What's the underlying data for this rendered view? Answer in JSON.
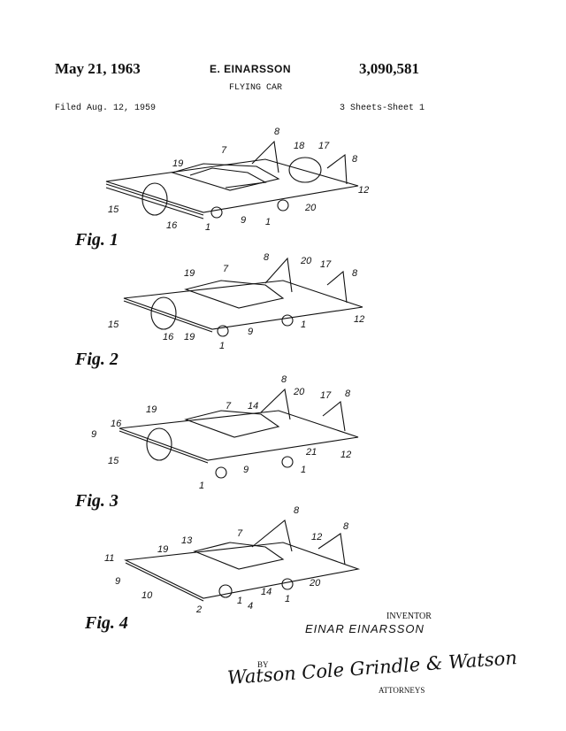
{
  "header": {
    "date": "May 21, 1963",
    "inventor_short": "E. EINARSSON",
    "patent_number": "3,090,581",
    "title": "FLYING CAR",
    "filed": "Filed Aug. 12, 1959",
    "sheets": "3 Sheets-Sheet 1"
  },
  "figures": [
    {
      "label": "Fig. 1",
      "refs": [
        "8",
        "7",
        "18",
        "17",
        "8",
        "19",
        "12",
        "15",
        "20",
        "16",
        "9",
        "1",
        "1"
      ]
    },
    {
      "label": "Fig. 2",
      "refs": [
        "8",
        "20",
        "17",
        "8",
        "19",
        "7",
        "15",
        "12",
        "16",
        "19",
        "9",
        "1",
        "1"
      ]
    },
    {
      "label": "Fig. 3",
      "refs": [
        "8",
        "20",
        "17",
        "8",
        "19",
        "7",
        "14",
        "16",
        "9",
        "15",
        "21",
        "12",
        "9",
        "1",
        "1"
      ]
    },
    {
      "label": "Fig. 4",
      "refs": [
        "8",
        "8",
        "13",
        "7",
        "12",
        "19",
        "11",
        "9",
        "10",
        "14",
        "20",
        "2",
        "1",
        "4",
        "1"
      ]
    }
  ],
  "footer": {
    "inventor_label": "INVENTOR",
    "inventor_name": "EINAR EINARSSON",
    "by": "BY",
    "signature": "Watson Cole Grindle & Watson",
    "attorneys": "ATTORNEYS"
  }
}
